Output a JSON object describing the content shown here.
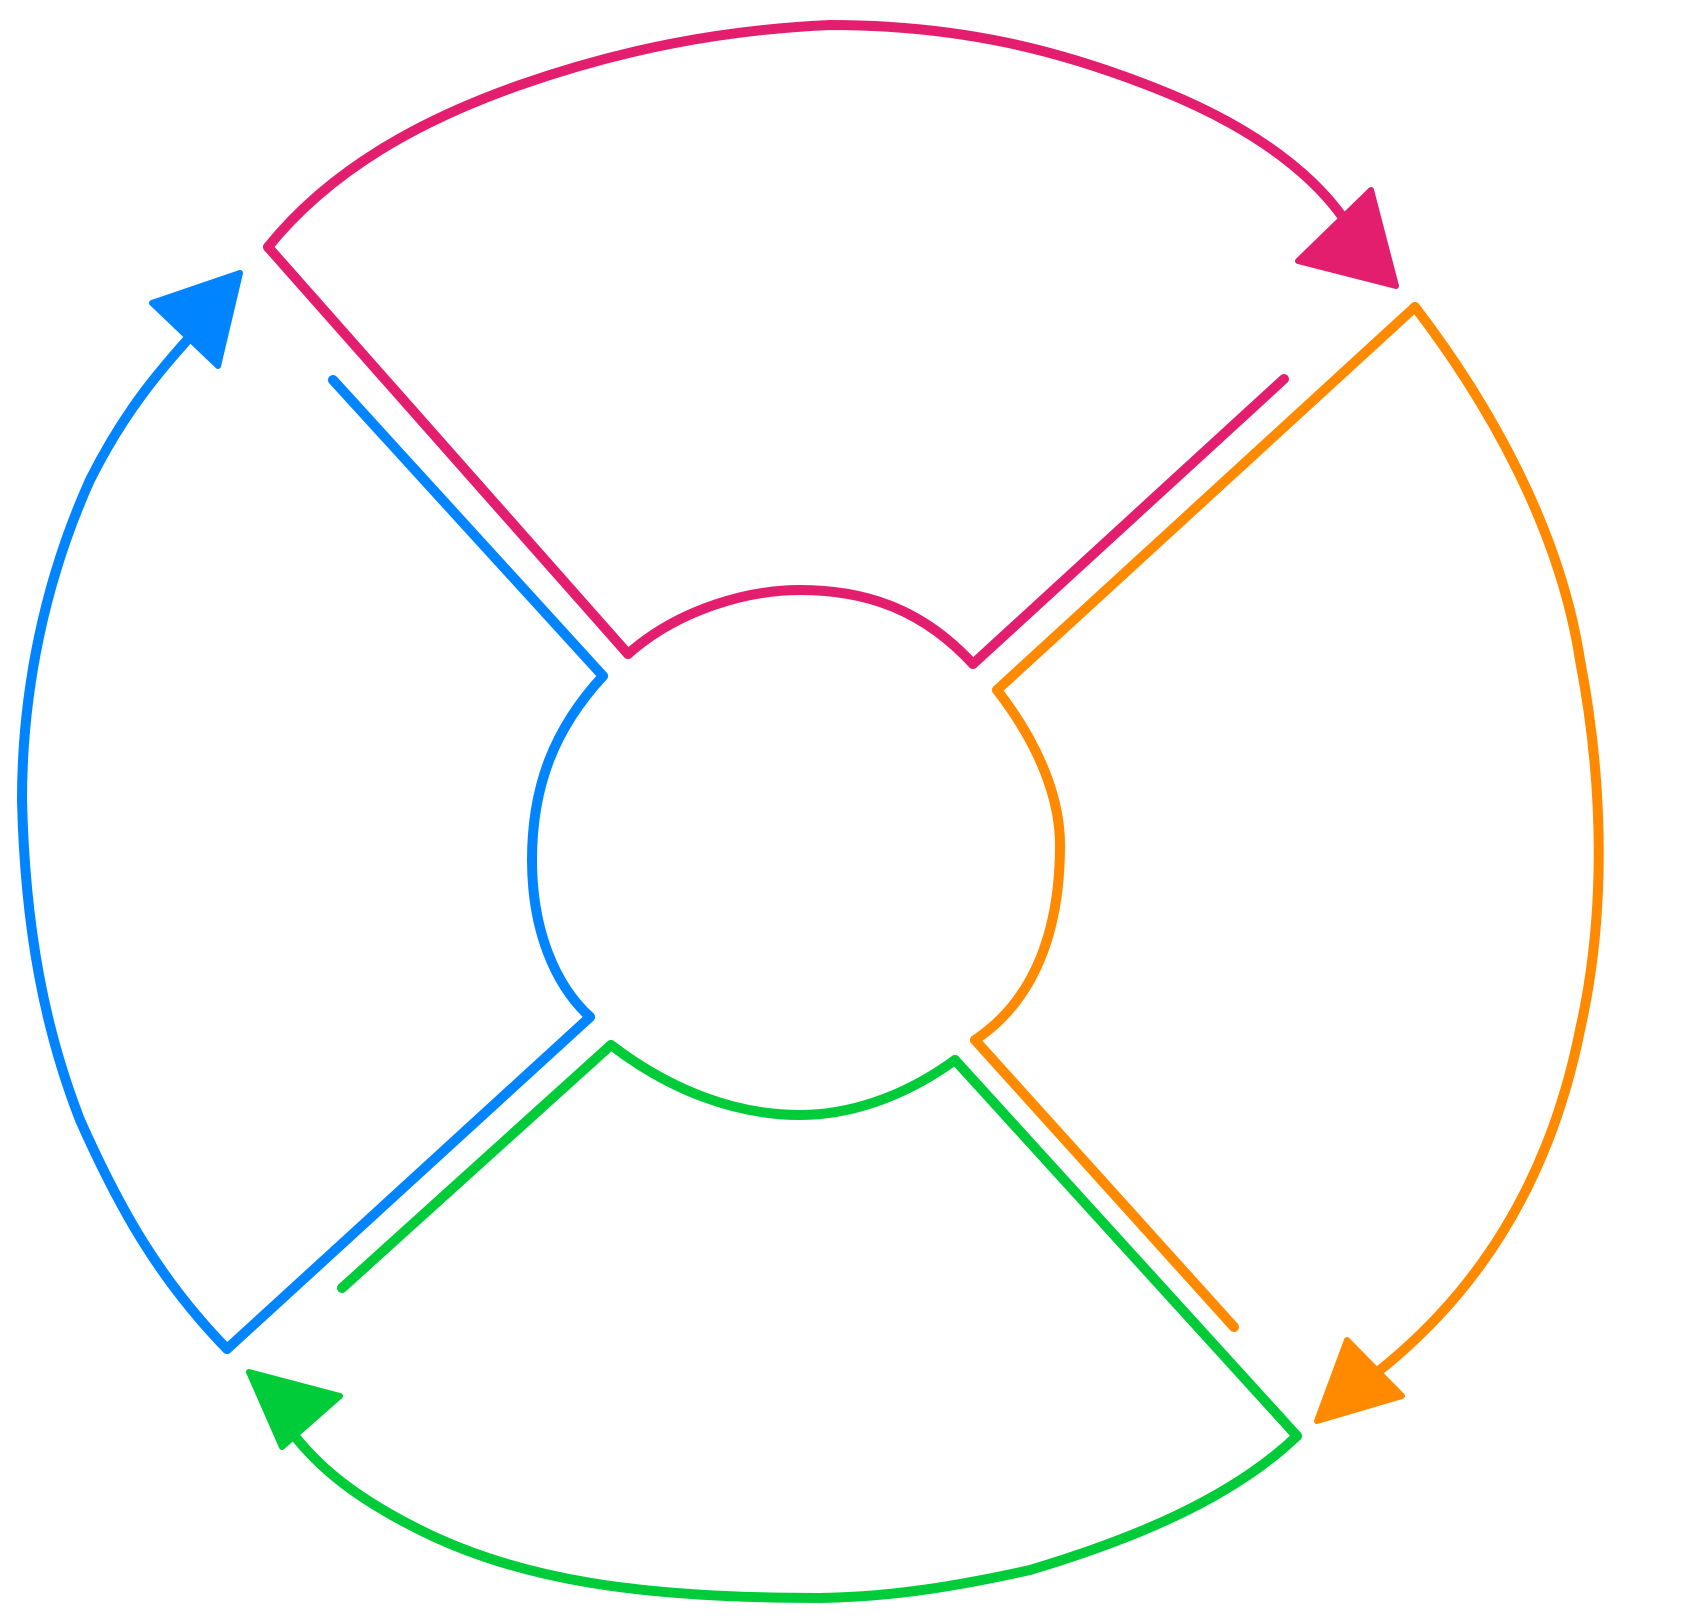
{
  "diagram": {
    "type": "cycle",
    "shape": "life-ring",
    "direction": "clockwise",
    "segments": [
      {
        "id": "top",
        "color": "#E41E6E"
      },
      {
        "id": "right",
        "color": "#FF8A00"
      },
      {
        "id": "bottom",
        "color": "#00CC3A"
      },
      {
        "id": "left",
        "color": "#0084FF"
      }
    ]
  }
}
